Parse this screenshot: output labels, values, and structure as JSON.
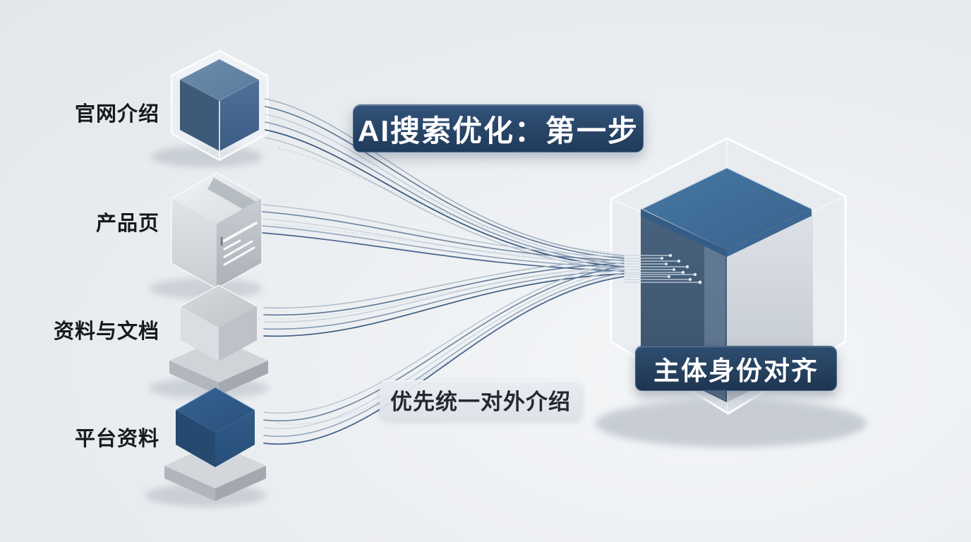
{
  "title_banner": "AI搜索优化：第一步",
  "target": {
    "label": "主体身份对齐"
  },
  "note": "优先统一对外介绍",
  "sources": [
    {
      "label": "官网介绍",
      "cube": "glass-blue-cube"
    },
    {
      "label": "产品页",
      "cube": "silver-document-cube"
    },
    {
      "label": "资料与文档",
      "cube": "silver-cube-on-pedestal"
    },
    {
      "label": "平台资料",
      "cube": "blue-cube-on-pedestal"
    }
  ],
  "colors": {
    "accent_navy": "#26425f",
    "banner_navy": "#2a4769",
    "cube_blue": "#2e5c8a",
    "silver": "#c9cdd3",
    "background": "#e9ecef",
    "flow_line_dark": "#3d5b80",
    "flow_line_light": "#c2cbd6"
  }
}
